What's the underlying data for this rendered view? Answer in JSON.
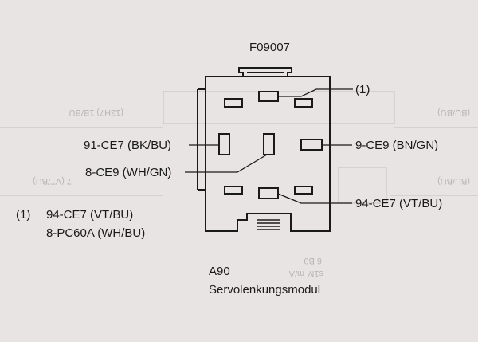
{
  "diagram": {
    "code": "F09007",
    "callout_marker": "(1)",
    "pins": {
      "top_left_center": "91-CE7 (BK/BU)",
      "mid_left": "8-CE9 (WH/GN)",
      "mid_right": "9-CE9 (BN/GN)",
      "bottom_right": "94-CE7 (VT/BU)"
    },
    "note": {
      "marker": "(1)",
      "line1": "94-CE7 (VT/BU)",
      "line2": "8-PC60A (WH/BU)"
    },
    "module": {
      "id": "A90",
      "name": "Servolenkungsmodul"
    },
    "ghost_text": {
      "left_top": "(13H7) 1B/BU",
      "right_top": "(BU/BU)",
      "left_mid": "7 (VT/BU)",
      "right_mid": "(BU/BU)",
      "bottom": "6 B9",
      "bottom2": "s1M m/A"
    }
  }
}
